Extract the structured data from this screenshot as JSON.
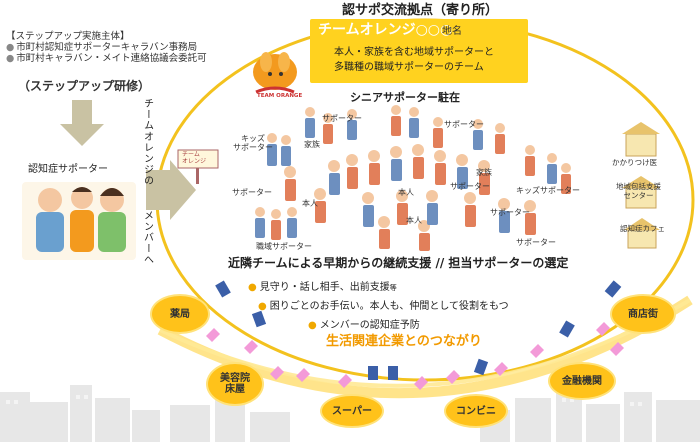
{
  "stepup": {
    "header": "【ステップアップ実施主体】",
    "items": [
      "市町村認知症サポーターキャラバン事務局",
      "市町村キャラバン・メイト連絡協議会委託可"
    ],
    "training": "（ステップアップ研修）"
  },
  "left_label": "認知症サポーター",
  "vertical_label_1": "チームオレンジの",
  "vertical_label_2": "メンバーへ",
  "signpost_text": "チーム\nオレンジ",
  "logo_text": "TEAM ORANGE",
  "header": {
    "title": "認サポ交流拠点（寄り所）",
    "team_name": "チームオレンジ○○○",
    "region": "地名",
    "desc_line1": "本人・家族を含む地域サポーターと",
    "desc_line2": "多職種の職域サポーターのチーム"
  },
  "senior_label": "シニアサポーター駐在",
  "people_labels": {
    "kids1": "キッズ\nサポーター",
    "supporter1": "サポーター",
    "family1": "家族",
    "supporter2": "サポーター",
    "supporter3": "サポーター",
    "family2": "家族",
    "person1": "本人",
    "person2": "本人",
    "person3": "本人",
    "supporter4": "サポーター",
    "kids2": "キッズサポーター",
    "supporter5": "サポーター",
    "workplace": "職域サポーター",
    "supporter6": "サポーター"
  },
  "right_labels": {
    "clinic": "かかりつけ医",
    "center": "地域包括支援\nセンター",
    "cafe": "認知症カフェ"
  },
  "neighborhood": "近隣チームによる早期からの継続支援 // 担当サポーターの選定",
  "bullets": [
    {
      "text": "見守り・話し相手、出前支援",
      "suffix": "等"
    },
    {
      "text": "困りごとのお手伝い。本人も、仲間として役割をもつ",
      "suffix": ""
    },
    {
      "text": "メンバーの認知症予防",
      "suffix": ""
    }
  ],
  "life_link": "生活関連企業とのつながり",
  "stores": {
    "pharmacy": "薬局",
    "beauty": "美容院\n床屋",
    "supermarket": "スーパー",
    "convenience": "コンビニ",
    "finance": "金融機関",
    "shopping": "商店街"
  },
  "colors": {
    "accent": "#f29a00",
    "yellow": "#ffd21f",
    "arrow_gray": "#c9c2a3",
    "ellipse": "#f3c21e"
  }
}
